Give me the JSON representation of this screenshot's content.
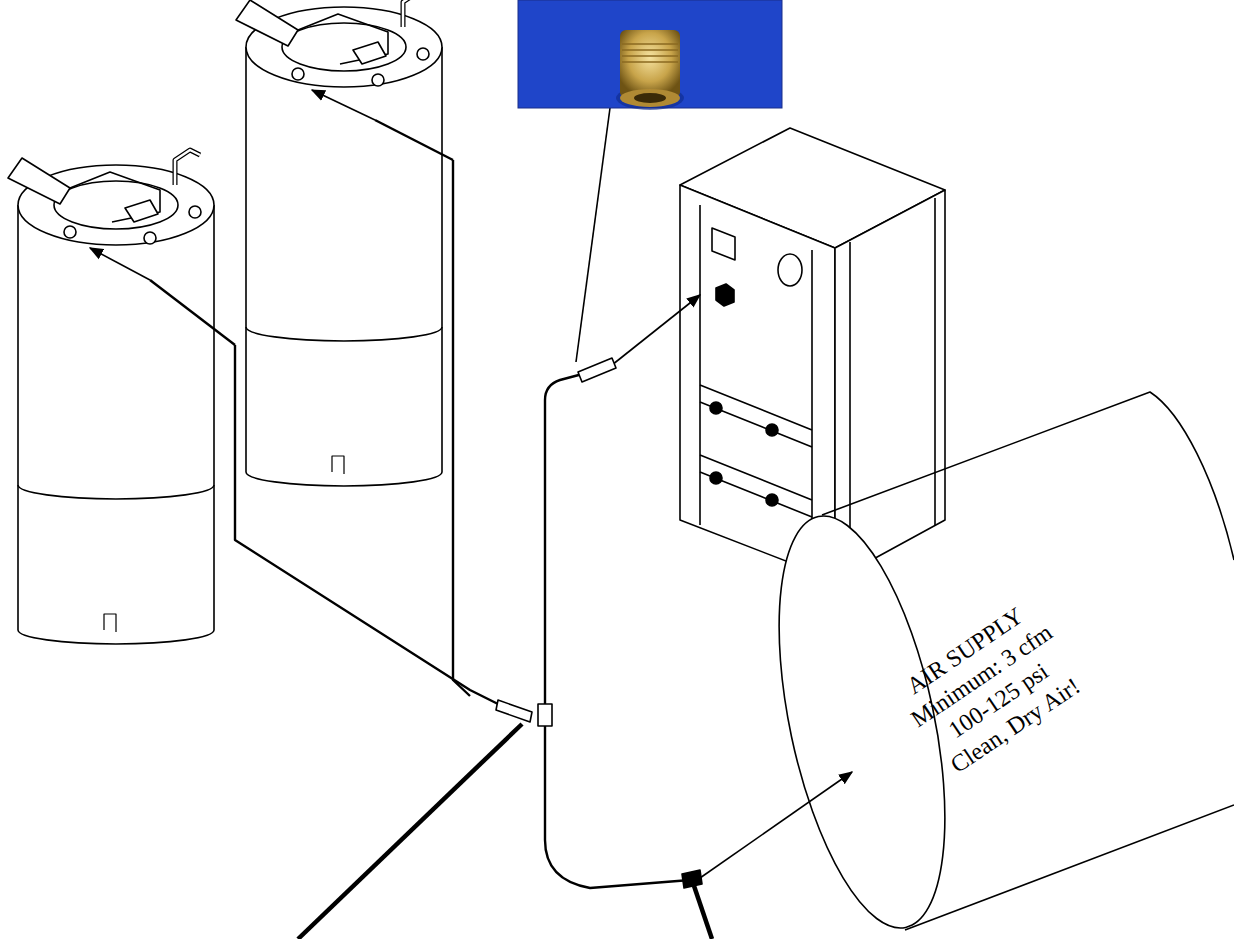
{
  "diagram": {
    "nodes": [
      {
        "text": [
          "AIR SUPPLY",
          "Minimum: 3 cfm",
          "100-125 psi",
          "Clean, Dry Air!"
        ]
      }
    ]
  }
}
